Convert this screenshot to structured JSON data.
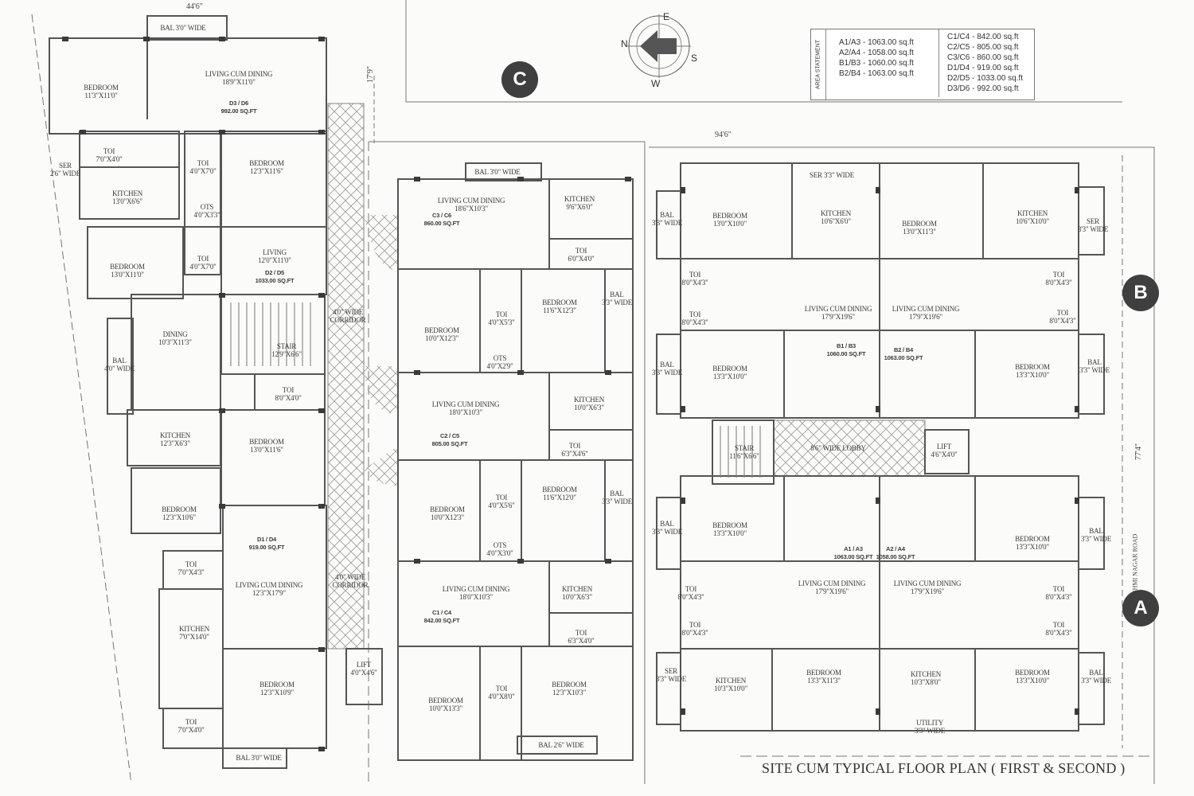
{
  "title": "SITE CUM TYPICAL FLOOR PLAN ( FIRST & SECOND )",
  "markers": {
    "a": "A",
    "b": "B",
    "c": "C"
  },
  "compass": {
    "n": "N",
    "e": "E",
    "s": "S",
    "w": "W"
  },
  "dimensions": {
    "top_left": "44'6\"",
    "left_gap": "17'9\"",
    "right_width": "94'6\"",
    "right_depth": "77'4\"",
    "road": "LAKSHMI NAGAR ROAD"
  },
  "area_statement": {
    "heading": "AREA STATEMENT",
    "left": [
      "A1/A3  -  1063.00 sq.ft",
      "A2/A4  -  1058.00 sq.ft",
      "B1/B3  -  1060.00 sq.ft",
      "B2/B4  -  1063.00 sq.ft"
    ],
    "right": [
      "C1/C4  -   842.00 sq.ft",
      "C2/C5  -   805.00 sq.ft",
      "C3/C6  -   860.00 sq.ft",
      "D1/D4  -   919.00 sq.ft",
      "D2/D5  -  1033.00 sq.ft",
      "D3/D6  -   992.00 sq.ft"
    ]
  },
  "colors": {
    "wall": "#555555",
    "column": "#3a3a3a",
    "marker": "#3f3f3f",
    "hatch": "#9a9a9a"
  },
  "rooms": [
    {
      "label": "BAL 3'0\" WIDE",
      "dim": ""
    },
    {
      "label": "BEDROOM",
      "dim": "11'3\"X11'0\""
    },
    {
      "label": "LIVING CUM DINING",
      "dim": "18'9\"X11'0\""
    },
    {
      "label": "D3 / D6",
      "dim": "992.00 SQ.FT"
    },
    {
      "label": "SER",
      "dim": "2'6\" WIDE"
    },
    {
      "label": "TOI",
      "dim": "7'0\"X4'0\""
    },
    {
      "label": "KITCHEN",
      "dim": "13'0\"X6'6\""
    },
    {
      "label": "TOI",
      "dim": "4'0\"X7'0\""
    },
    {
      "label": "OTS",
      "dim": "4'0\"X3'3\""
    },
    {
      "label": "BEDROOM",
      "dim": "12'3\"X11'6\""
    },
    {
      "label": "BEDROOM",
      "dim": "13'0\"X11'0\""
    },
    {
      "label": "TOI",
      "dim": "4'0\"X7'0\""
    },
    {
      "label": "LIVING",
      "dim": "12'0\"X11'0\""
    },
    {
      "label": "D2 / D5",
      "dim": "1033.00 SQ.FT"
    },
    {
      "label": "DINING",
      "dim": "10'3\"X11'3\""
    },
    {
      "label": "BAL",
      "dim": "4'0\" WIDE"
    },
    {
      "label": "STAIR",
      "dim": "12'9\"X6'6\""
    },
    {
      "label": "TOI",
      "dim": "8'0\"X4'0\""
    },
    {
      "label": "KITCHEN",
      "dim": "12'3\"X6'3\""
    },
    {
      "label": "BEDROOM",
      "dim": "13'0\"X11'6\""
    },
    {
      "label": "BEDROOM",
      "dim": "12'3\"X10'6\""
    },
    {
      "label": "D1 / D4",
      "dim": "919.00 SQ.FT"
    },
    {
      "label": "TOI",
      "dim": "7'0\"X4'3\""
    },
    {
      "label": "LIVING CUM DINING",
      "dim": "12'3\"X17'9\""
    },
    {
      "label": "KITCHEN",
      "dim": "7'0\"X14'0\""
    },
    {
      "label": "BEDROOM",
      "dim": "12'3\"X10'9\""
    },
    {
      "label": "TOI",
      "dim": "7'0\"X4'0\""
    },
    {
      "label": "BAL 3'0\" WIDE",
      "dim": ""
    },
    {
      "label": "4'0\" WIDE",
      "dim": "CORRIDOR"
    },
    {
      "label": "4'0\" WIDE",
      "dim": "CORRIDOR"
    },
    {
      "label": "LIFT",
      "dim": "4'0\"X4'6\""
    },
    {
      "label": "BAL 3'0\" WIDE",
      "dim": ""
    },
    {
      "label": "LIVING CUM DINING",
      "dim": "18'6\"X10'3\""
    },
    {
      "label": "C3 / C6",
      "dim": "860.00 SQ.FT"
    },
    {
      "label": "KITCHEN",
      "dim": "9'6\"X6'0\""
    },
    {
      "label": "TOI",
      "dim": "6'0\"X4'0\""
    },
    {
      "label": "BEDROOM",
      "dim": "10'0\"X12'3\""
    },
    {
      "label": "TOI",
      "dim": "4'0\"X5'3\""
    },
    {
      "label": "OTS",
      "dim": "4'0\"X2'9\""
    },
    {
      "label": "BEDROOM",
      "dim": "11'6\"X12'3\""
    },
    {
      "label": "BAL",
      "dim": "3'3\" WIDE"
    },
    {
      "label": "LIVING CUM DINING",
      "dim": "18'0\"X10'3\""
    },
    {
      "label": "C2 / C5",
      "dim": "805.00 SQ.FT"
    },
    {
      "label": "KITCHEN",
      "dim": "10'0\"X6'3\""
    },
    {
      "label": "TOI",
      "dim": "6'3\"X4'6\""
    },
    {
      "label": "BEDROOM",
      "dim": "10'0\"X12'3\""
    },
    {
      "label": "TOI",
      "dim": "4'0\"X5'6\""
    },
    {
      "label": "OTS",
      "dim": "4'0\"X3'0\""
    },
    {
      "label": "BEDROOM",
      "dim": "11'6\"X12'0\""
    },
    {
      "label": "BAL",
      "dim": "3'3\" WIDE"
    },
    {
      "label": "LIVING CUM DINING",
      "dim": "18'0\"X10'3\""
    },
    {
      "label": "C1 / C4",
      "dim": "842.00 SQ.FT"
    },
    {
      "label": "KITCHEN",
      "dim": "10'0\"X6'3\""
    },
    {
      "label": "TOI",
      "dim": "6'3\"X4'0\""
    },
    {
      "label": "BEDROOM",
      "dim": "10'0\"X13'3\""
    },
    {
      "label": "TOI",
      "dim": "4'0\"X8'0\""
    },
    {
      "label": "BEDROOM",
      "dim": "12'3\"X10'3\""
    },
    {
      "label": "BAL 2'6\" WIDE",
      "dim": ""
    },
    {
      "label": "SER 3'3\" WIDE",
      "dim": ""
    },
    {
      "label": "BAL",
      "dim": "3'3\" WIDE"
    },
    {
      "label": "BEDROOM",
      "dim": "13'0\"X10'0\""
    },
    {
      "label": "KITCHEN",
      "dim": "10'6\"X6'0\""
    },
    {
      "label": "BEDROOM",
      "dim": "13'0\"X11'3\""
    },
    {
      "label": "KITCHEN",
      "dim": "10'6\"X10'0\""
    },
    {
      "label": "SER",
      "dim": "3'3\" WIDE"
    },
    {
      "label": "TOI",
      "dim": "8'0\"X4'3\""
    },
    {
      "label": "TOI",
      "dim": "8'0\"X4'3\""
    },
    {
      "label": "LIVING CUM DINING",
      "dim": "17'9\"X19'6\""
    },
    {
      "label": "LIVING CUM DINING",
      "dim": "17'9\"X19'6\""
    },
    {
      "label": "B1 / B3",
      "dim": "1060.00 SQ.FT"
    },
    {
      "label": "B2 / B4",
      "dim": "1063.00 SQ.FT"
    },
    {
      "label": "TOI",
      "dim": "8'0\"X4'3\""
    },
    {
      "label": "TOI",
      "dim": "8'0\"X4'3\""
    },
    {
      "label": "BAL",
      "dim": "3'3\" WIDE"
    },
    {
      "label": "BEDROOM",
      "dim": "13'3\"X10'0\""
    },
    {
      "label": "BEDROOM",
      "dim": "13'3\"X10'0\""
    },
    {
      "label": "BAL",
      "dim": "3'3\" WIDE"
    },
    {
      "label": "STAIR",
      "dim": "11'6\"X6'6\""
    },
    {
      "label": "8'6\" WIDE LOBBY",
      "dim": ""
    },
    {
      "label": "LIFT",
      "dim": "4'6\"X4'0\""
    },
    {
      "label": "BAL",
      "dim": "3'3\" WIDE"
    },
    {
      "label": "BEDROOM",
      "dim": "13'3\"X10'0\""
    },
    {
      "label": "A1 / A3",
      "dim": "1063.00 SQ.FT"
    },
    {
      "label": "A2 / A4",
      "dim": "1058.00 SQ.FT"
    },
    {
      "label": "BEDROOM",
      "dim": "13'3\"X10'0\""
    },
    {
      "label": "BAL",
      "dim": "3'3\" WIDE"
    },
    {
      "label": "LIVING CUM DINING",
      "dim": "17'9\"X19'6\""
    },
    {
      "label": "LIVING CUM DINING",
      "dim": "17'9\"X19'6\""
    },
    {
      "label": "TOI",
      "dim": "8'0\"X4'3\""
    },
    {
      "label": "TOI",
      "dim": "8'0\"X4'3\""
    },
    {
      "label": "TOI",
      "dim": "8'0\"X4'3\""
    },
    {
      "label": "TOI",
      "dim": "8'0\"X4'3\""
    },
    {
      "label": "SER",
      "dim": "3'3\" WIDE"
    },
    {
      "label": "KITCHEN",
      "dim": "10'3\"X10'0\""
    },
    {
      "label": "BEDROOM",
      "dim": "13'3\"X11'3\""
    },
    {
      "label": "KITCHEN",
      "dim": "10'3\"X8'0\""
    },
    {
      "label": "UTILITY",
      "dim": "3'3\" WIDE"
    },
    {
      "label": "BEDROOM",
      "dim": "13'3\"X10'0\""
    },
    {
      "label": "BAL",
      "dim": "3'3\" WIDE"
    }
  ]
}
